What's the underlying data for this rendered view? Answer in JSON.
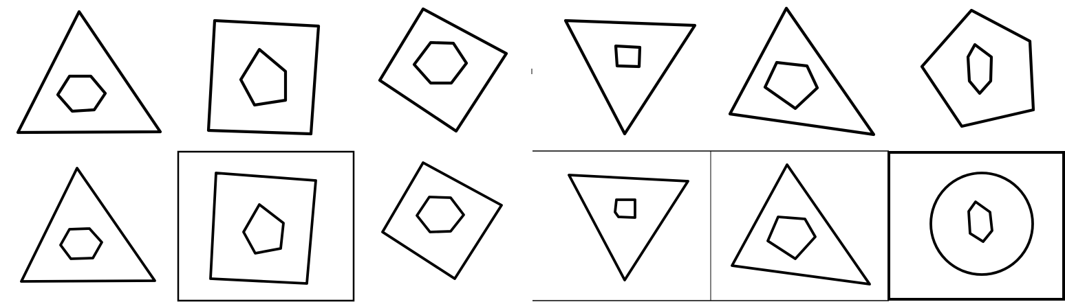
{
  "colors": {
    "background": "#ffffff",
    "stroke": "#000000"
  },
  "panels": [
    {
      "row": "top",
      "outer": "triangle",
      "inner": "hexagon"
    },
    {
      "row": "top",
      "outer": "square",
      "inner": "pentagon"
    },
    {
      "row": "top",
      "outer": "square",
      "inner": "hexagon"
    },
    {
      "row": "top",
      "outer": "triangle",
      "inner": "square"
    },
    {
      "row": "top",
      "outer": "triangle",
      "inner": "pentagon"
    },
    {
      "row": "top",
      "outer": "pentagon",
      "inner": "hexagon"
    },
    {
      "row": "bottom",
      "outer": "triangle",
      "inner": "hexagon"
    },
    {
      "row": "bottom",
      "outer": "square",
      "inner": "pentagon"
    },
    {
      "row": "bottom",
      "outer": "square",
      "inner": "hexagon"
    },
    {
      "row": "bottom",
      "outer": "triangle",
      "inner": "pentagon"
    },
    {
      "row": "bottom",
      "outer": "triangle",
      "inner": "pentagon"
    },
    {
      "row": "bottom",
      "outer": "circle",
      "inner": "hexagon"
    }
  ]
}
